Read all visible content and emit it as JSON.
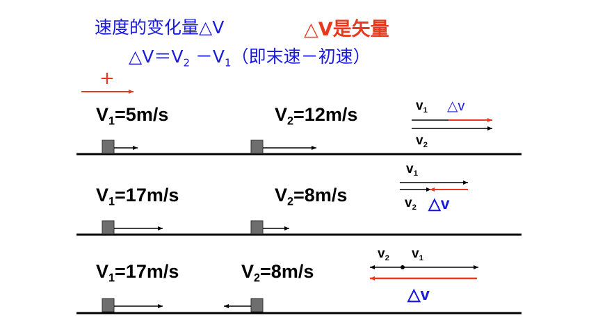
{
  "header": {
    "line1": "速度的变化量△V",
    "note": "△V是矢量",
    "line2_prefix": "△V＝V",
    "line2_sub2": "2",
    "line2_mid": " －V",
    "line2_sub1": "1",
    "line2_suffix": "（即末速－初速）"
  },
  "positive_sign": "+",
  "rows": [
    {
      "v1_letter": "V",
      "v1_sub": "1",
      "v1_value": "=5m/s",
      "v2_letter": "V",
      "v2_sub": "2",
      "v2_value": "=12m/s",
      "diagram": {
        "v1_letter": "v",
        "v1_sub": "1",
        "v2_letter": "v",
        "v2_sub": "2",
        "dv": "△v"
      }
    },
    {
      "v1_letter": "V",
      "v1_sub": "1",
      "v1_value": "=17m/s",
      "v2_letter": "V",
      "v2_sub": "2",
      "v2_value": "=8m/s",
      "diagram": {
        "v1_letter": "v",
        "v1_sub": "1",
        "v2_letter": "v",
        "v2_sub": "2",
        "dv": "△v"
      }
    },
    {
      "v1_letter": "V",
      "v1_sub": "1",
      "v1_value": "=17m/s",
      "v2_letter": "V",
      "v2_sub": "2",
      "v2_value": "=8m/s",
      "diagram": {
        "v1_letter": "v",
        "v1_sub": "1",
        "v2_letter": "v",
        "v2_sub": "2",
        "dv": "△v"
      }
    }
  ],
  "colors": {
    "title_blue": "#1a1adc",
    "accent_red": "#e8391f",
    "block_gray": "#6e6e6e"
  }
}
